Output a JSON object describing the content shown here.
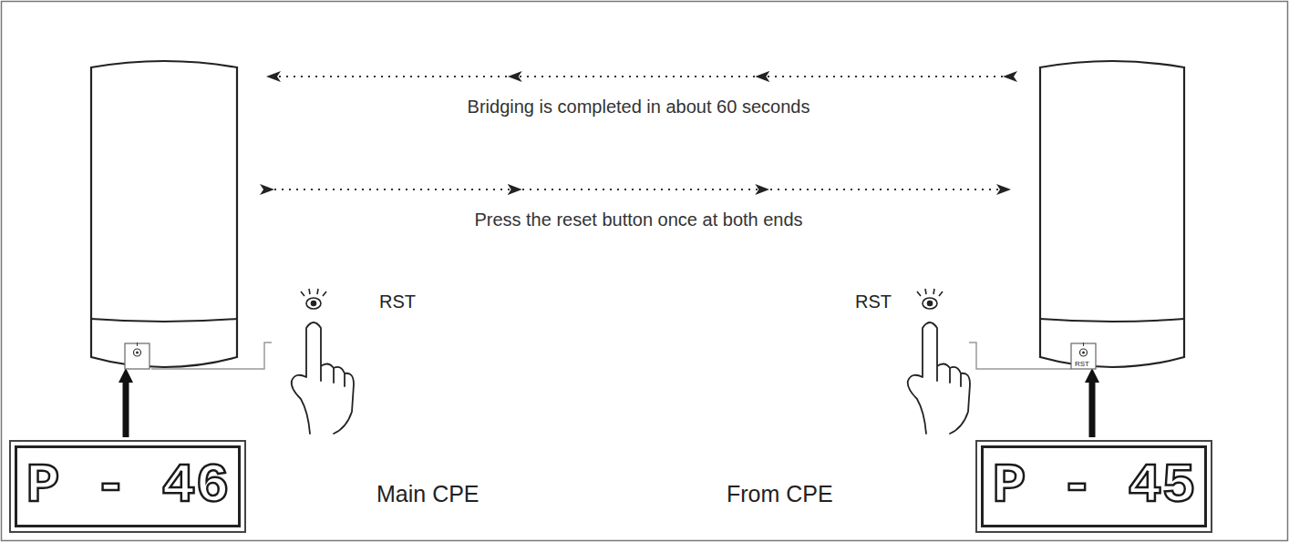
{
  "diagram": {
    "nodes": [
      {
        "text": [
          "Main CPE"
        ]
      },
      {
        "text": [
          "From CPE"
        ]
      },
      {
        "text": [
          "P - 46"
        ]
      },
      {
        "text": [
          "P - 45"
        ]
      }
    ],
    "edges": [
      {
        "from": 1,
        "to": 0,
        "arrow": "to",
        "label": "Bridging is completed in about 60 seconds"
      },
      {
        "from": 0,
        "to": 1,
        "arrow": "to",
        "label": "Press the reset button once at both ends"
      },
      {
        "from": 2,
        "to": 0,
        "arrow": "to"
      },
      {
        "from": 3,
        "to": 1,
        "arrow": "to"
      }
    ],
    "labels": [
      "RST",
      "RST",
      "RST"
    ]
  }
}
